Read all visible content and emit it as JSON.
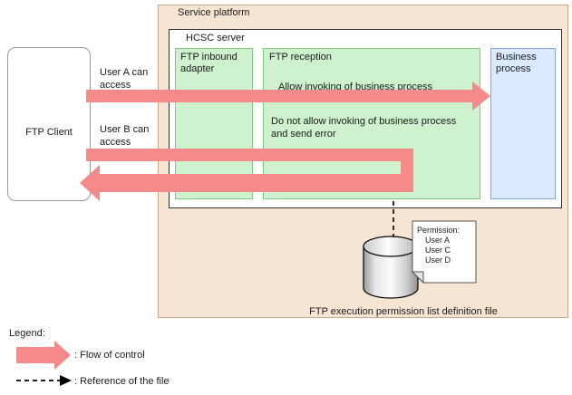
{
  "diagram": {
    "service_platform": {
      "label": "Service platform"
    },
    "hcsc_server": {
      "label": "HCSC server"
    },
    "ftp_client": {
      "label": "FTP Client"
    },
    "components": {
      "ftp_inbound_adapter": "FTP inbound\nadapter",
      "ftp_reception": "FTP reception",
      "allow_note": "Allow invoking of business process",
      "deny_note": "Do not allow invoking of business process and send error",
      "business_process": "Business\nprocess"
    },
    "captions": {
      "user_a": "User A can access",
      "user_b": "User B can access"
    },
    "permission_note": {
      "title": "Permission:",
      "users": [
        "User A",
        "User C",
        "User D"
      ]
    },
    "file_label": "FTP execution permission list definition file"
  },
  "legend": {
    "title": "Legend:",
    "items": [
      {
        "icon": "solid-pink-arrow-icon",
        "label": ": Flow of control"
      },
      {
        "icon": "dashed-black-arrow-icon",
        "label": ": Reference of the file"
      }
    ]
  },
  "colors": {
    "platform_fill": "#f7e5d4",
    "platform_border": "#c9a98c",
    "server_border": "#333333",
    "component_fill": "#cdf2cd",
    "component_border": "#7fc97f",
    "business_fill": "#dbeaff",
    "business_border": "#7fa8d9",
    "arrow_pink": "#f58a8a",
    "dashed_arrow": "#000000"
  }
}
